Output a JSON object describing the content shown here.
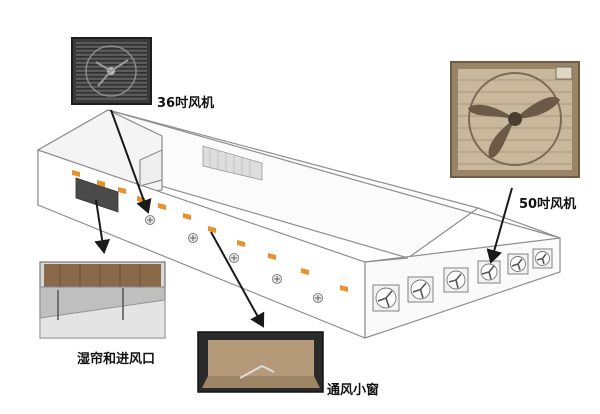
{
  "labels": {
    "fan_36": "36吋风机",
    "fan_50": "50吋风机",
    "wet_curtain": "湿帘和进风口",
    "vent_window": "通风小窗"
  },
  "colors": {
    "vent_orange": "#e8912f",
    "building_line": "#8e8e8e",
    "fan_frame": "#a08a6a",
    "curtain_brown": "#7a5a3a",
    "arrow": "#1a1a1a"
  }
}
